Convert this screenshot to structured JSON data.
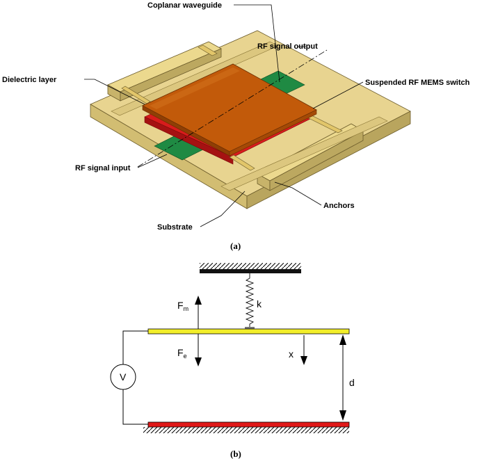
{
  "panel_a": {
    "caption": "(a)",
    "labels": {
      "coplanar_waveguide": "Coplanar waveguide",
      "rf_signal_output": "RF signal output",
      "dielectric_layer": "Dielectric layer",
      "suspended_switch": "Suspended RF MEMS switch",
      "rf_signal_input": "RF signal input",
      "anchors": "Anchors",
      "substrate": "Substrate"
    }
  },
  "panel_b": {
    "caption": "(b)",
    "labels": {
      "force_mechanical": "F",
      "force_mechanical_sub": "m",
      "force_electric": "F",
      "force_electric_sub": "e",
      "spring": "k",
      "displacement": "x",
      "gap": "d",
      "voltage_source": "V"
    }
  },
  "colors": {
    "substrate": "#e8d490",
    "substrate_side": "#d2bd72",
    "substrate_dark": "#b9a55e",
    "membrane": "#c25a0a",
    "dielectric": "#d81c1c",
    "signal_pad": "#1f8a43",
    "top_electrode": "#f2ee2a",
    "bottom_electrode": "#e01818"
  }
}
